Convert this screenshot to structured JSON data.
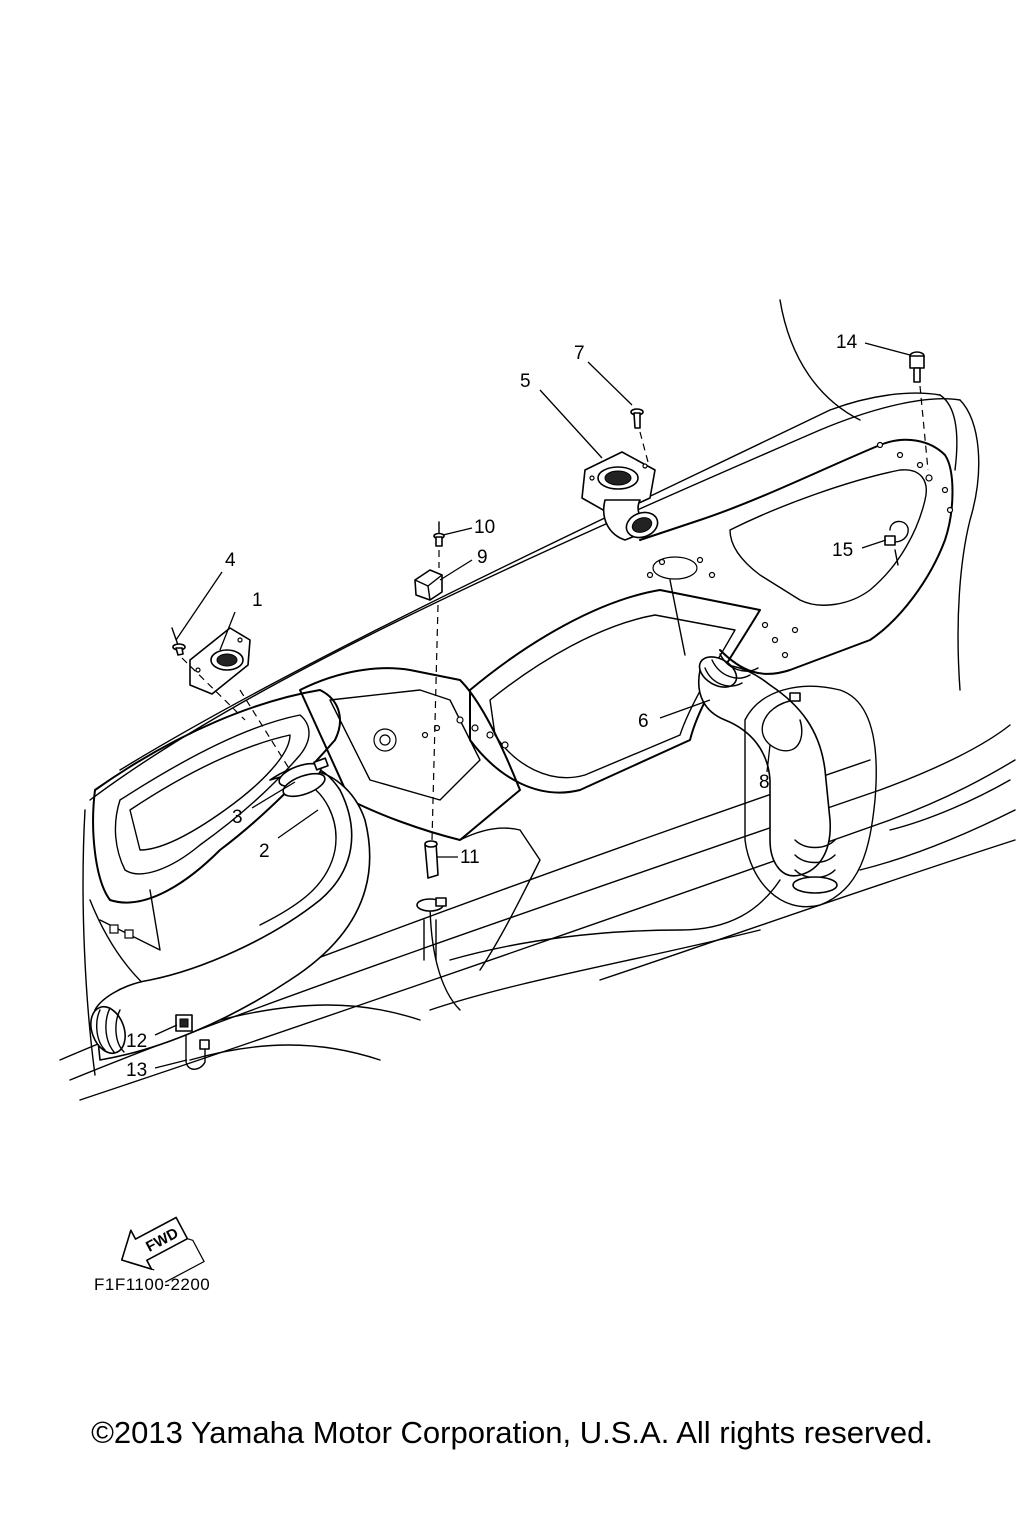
{
  "diagram": {
    "part_code": "F1F1100-2200",
    "fwd_label": "FWD",
    "callouts": [
      {
        "num": "1",
        "part": "intake-duct-1"
      },
      {
        "num": "2",
        "part": "ventilation-hose-front"
      },
      {
        "num": "3",
        "part": "hose-clamp-front"
      },
      {
        "num": "4",
        "part": "rivet-front"
      },
      {
        "num": "5",
        "part": "intake-duct-2"
      },
      {
        "num": "6",
        "part": "ventilation-hose-rear"
      },
      {
        "num": "7",
        "part": "screw"
      },
      {
        "num": "8",
        "part": "band-rear"
      },
      {
        "num": "9",
        "part": "cap"
      },
      {
        "num": "10",
        "part": "rivet-center"
      },
      {
        "num": "11",
        "part": "holder"
      },
      {
        "num": "12",
        "part": "clip"
      },
      {
        "num": "13",
        "part": "band-front"
      },
      {
        "num": "14",
        "part": "bolt"
      },
      {
        "num": "15",
        "part": "clamp"
      }
    ]
  },
  "footer": {
    "copyright": "©2013 Yamaha Motor Corporation, U.S.A. All rights reserved."
  }
}
